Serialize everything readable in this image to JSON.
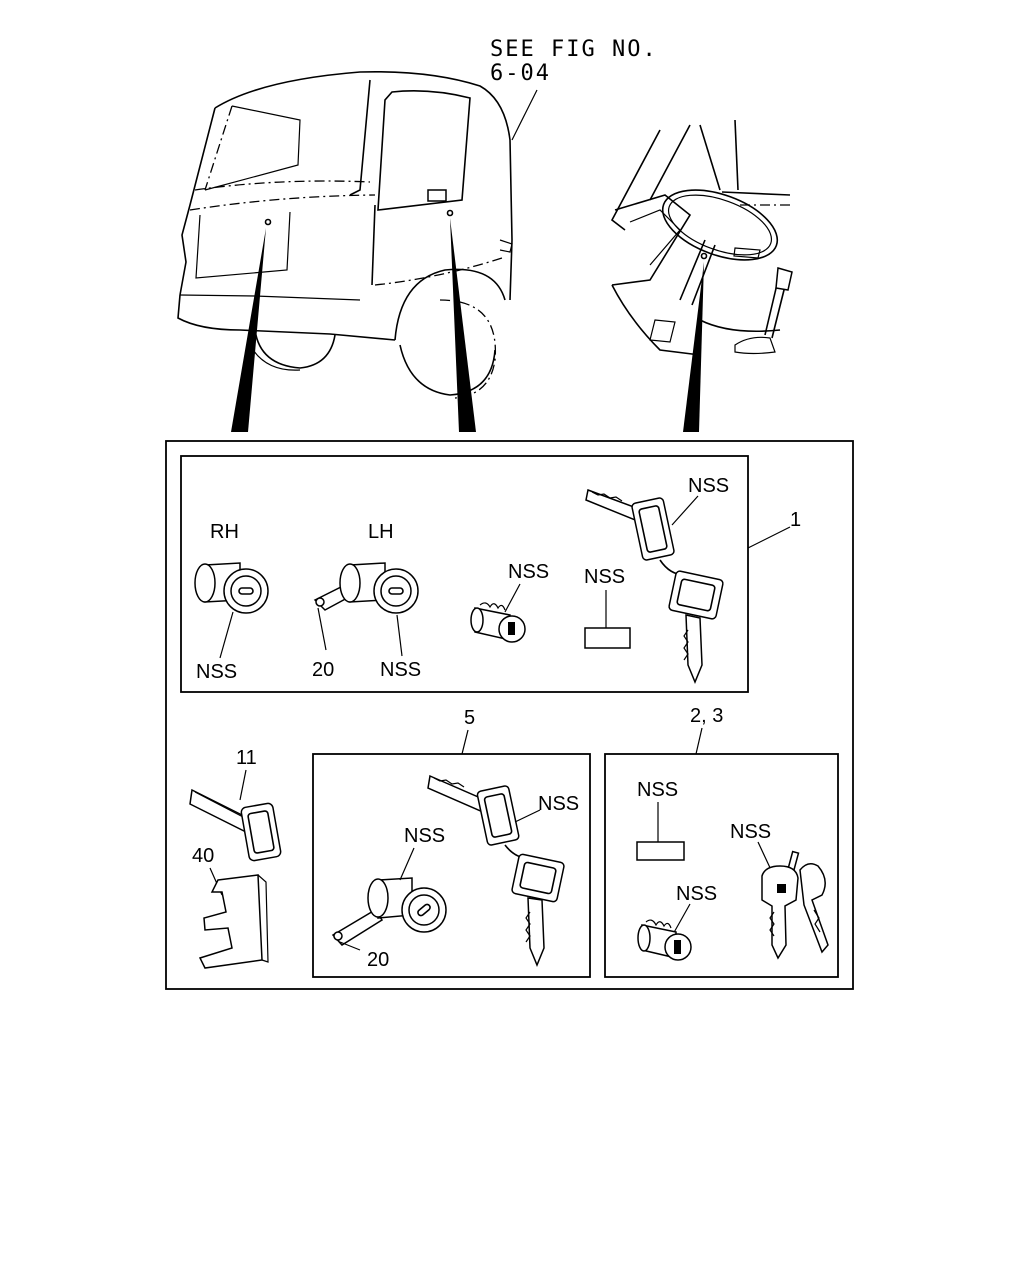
{
  "header": {
    "see_fig_line1": "SEE FIG NO.",
    "see_fig_line2": "6-04"
  },
  "callouts": {
    "assembly_1": "1",
    "group_5": "5",
    "group_2_3": "2, 3",
    "key_blank_11": "11",
    "clip_40": "40",
    "retainer_20_lh": "20",
    "retainer_20_group5": "20"
  },
  "sides": {
    "rh": "RH",
    "lh": "LH"
  },
  "nss_labels": {
    "rh_cylinder": "NSS",
    "lh_cylinder": "NSS",
    "ignition_cylinder": "NSS",
    "label_plate": "NSS",
    "key_pair_top": "NSS",
    "group5_cylinder": "NSS",
    "group5_keys": "NSS",
    "group23_plate": "NSS",
    "group23_cylinder": "NSS",
    "group23_keys": "NSS"
  }
}
